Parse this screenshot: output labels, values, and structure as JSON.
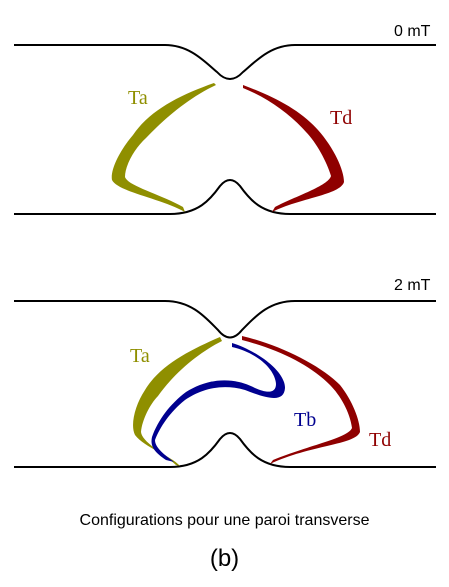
{
  "colors": {
    "Ta": "#8f8f00",
    "Tb": "#00008f",
    "Td": "#8f0000",
    "outline": "#000000"
  },
  "panels": [
    {
      "field": "0 mT",
      "labels": {
        "Ta": "Ta",
        "Td": "Td"
      }
    },
    {
      "field": "2 mT",
      "labels": {
        "Ta": "Ta",
        "Tb": "Tb",
        "Td": "Td"
      }
    }
  ],
  "caption": "Configurations pour une paroi transverse",
  "panel_letter": "(b)"
}
